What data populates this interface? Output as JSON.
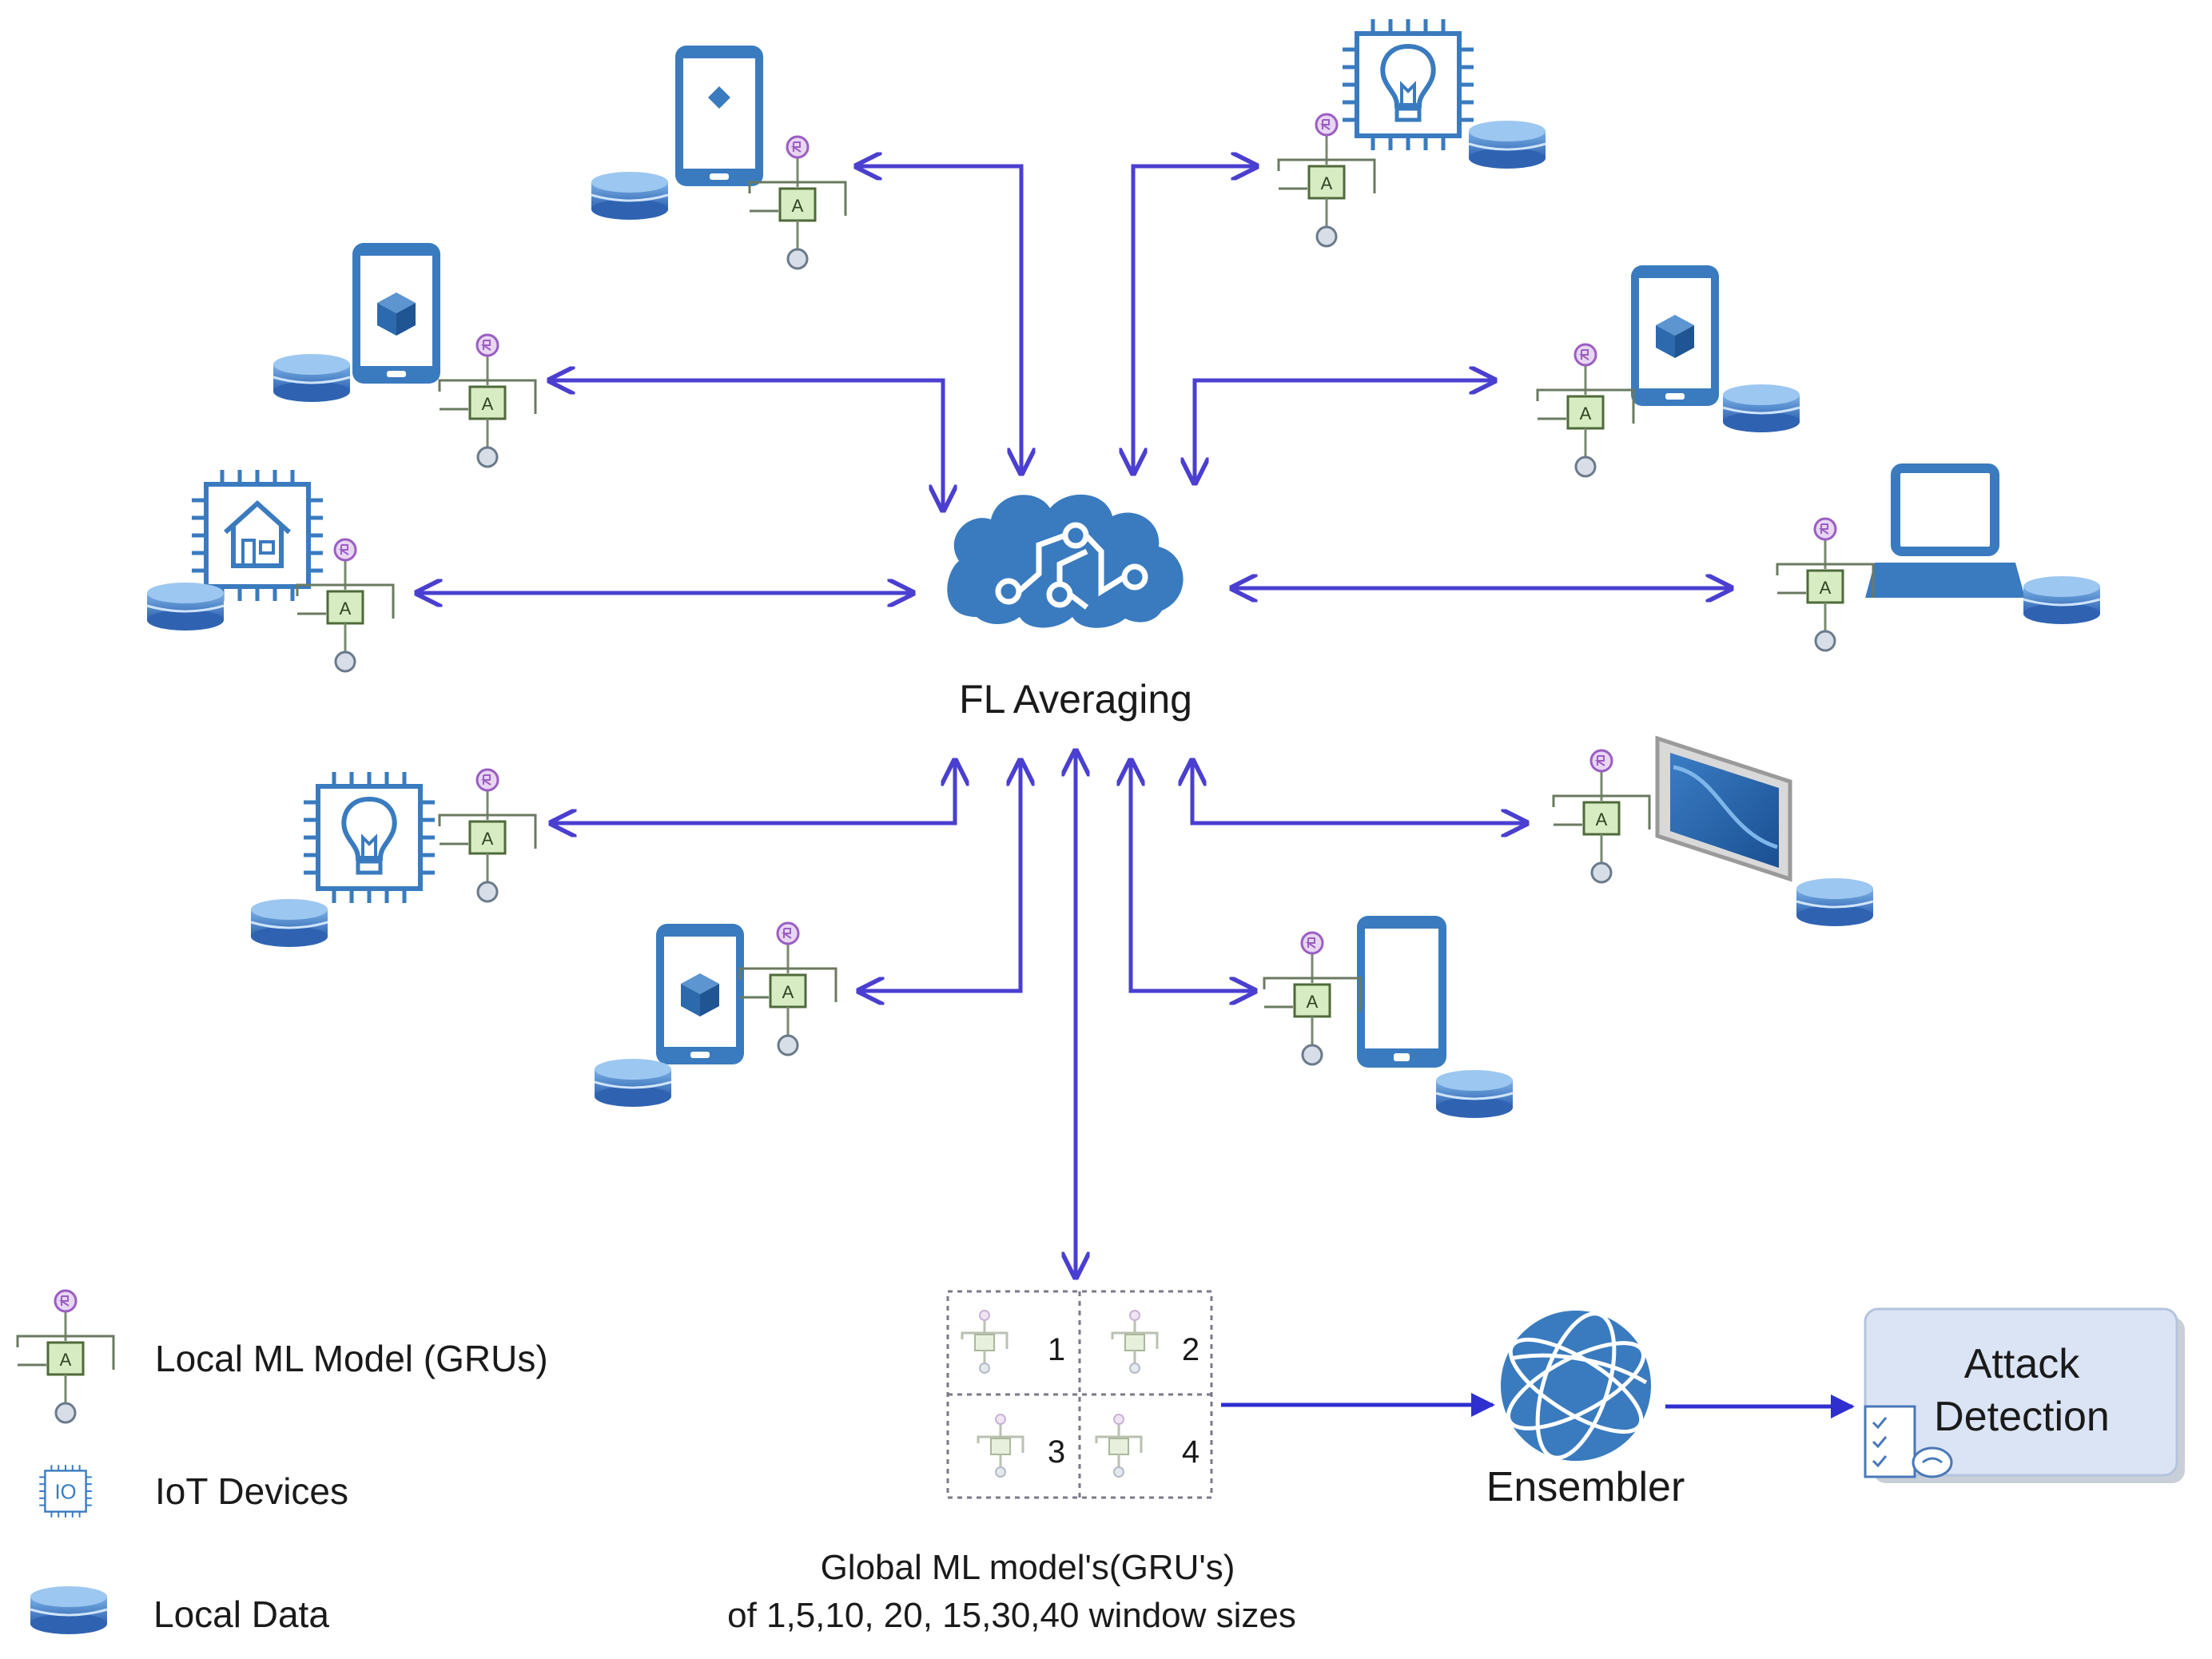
{
  "center": {
    "label": "FL Averaging"
  },
  "legend": {
    "model_label": "Local ML Model (GRUs)",
    "iot_label": "IoT Devices",
    "data_label": "Local Data"
  },
  "global_models": {
    "cells": [
      "1",
      "2",
      "3",
      "4"
    ],
    "caption_line1": "Global ML model's(GRU's)",
    "caption_line2": "of 1,5,10, 20, 15,30,40 window sizes"
  },
  "ensembler": {
    "label": "Ensembler"
  },
  "attack": {
    "line1": "Attack",
    "line2": "Detection"
  },
  "colors": {
    "arrow": "#4a3fd0",
    "device_blue": "#3a7bbf",
    "model_green": "#d8ecc4",
    "model_purple": "#b47fd0",
    "attack_box": "#dbe4f4"
  }
}
